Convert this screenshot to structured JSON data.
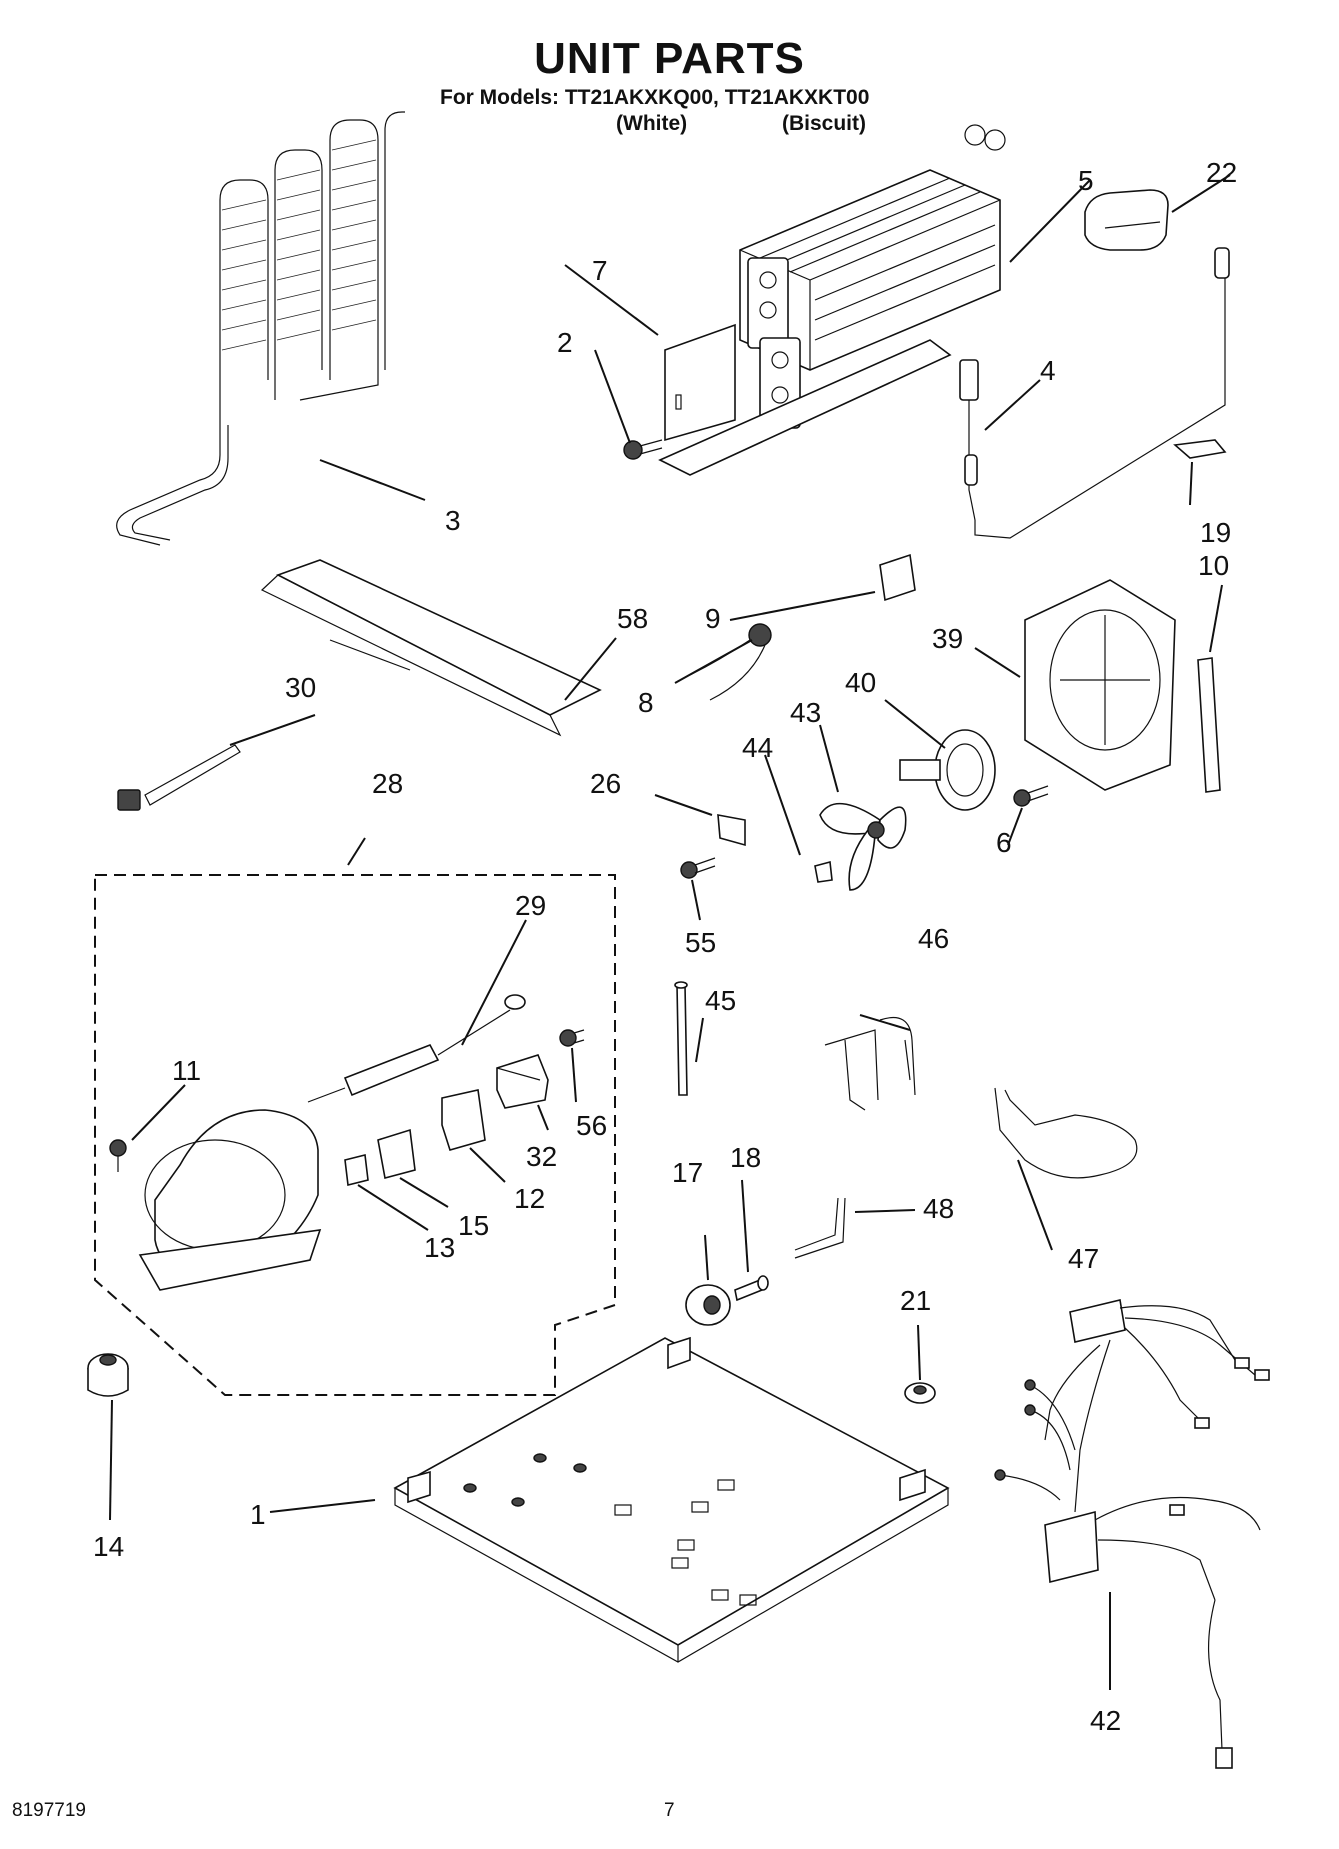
{
  "header": {
    "title": "UNIT PARTS",
    "models_line": "For Models: TT21AKXKQ00, TT21AKXKT00",
    "variant_white": "(White)",
    "variant_biscuit": "(Biscuit)"
  },
  "footer": {
    "doc_number": "8197719",
    "page_number": "7"
  },
  "callouts": {
    "c1": "1",
    "c2": "2",
    "c3": "3",
    "c4": "4",
    "c5": "5",
    "c6": "6",
    "c7": "7",
    "c8": "8",
    "c9": "9",
    "c10": "10",
    "c11": "11",
    "c12": "12",
    "c13": "13",
    "c14": "14",
    "c15": "15",
    "c17": "17",
    "c18": "18",
    "c19": "19",
    "c21": "21",
    "c22": "22",
    "c26": "26",
    "c28": "28",
    "c29": "29",
    "c30": "30",
    "c32": "32",
    "c39": "39",
    "c40": "40",
    "c42": "42",
    "c43": "43",
    "c44": "44",
    "c45": "45",
    "c46": "46",
    "c47": "47",
    "c48": "48",
    "c55": "55",
    "c56": "56",
    "c58": "58"
  }
}
